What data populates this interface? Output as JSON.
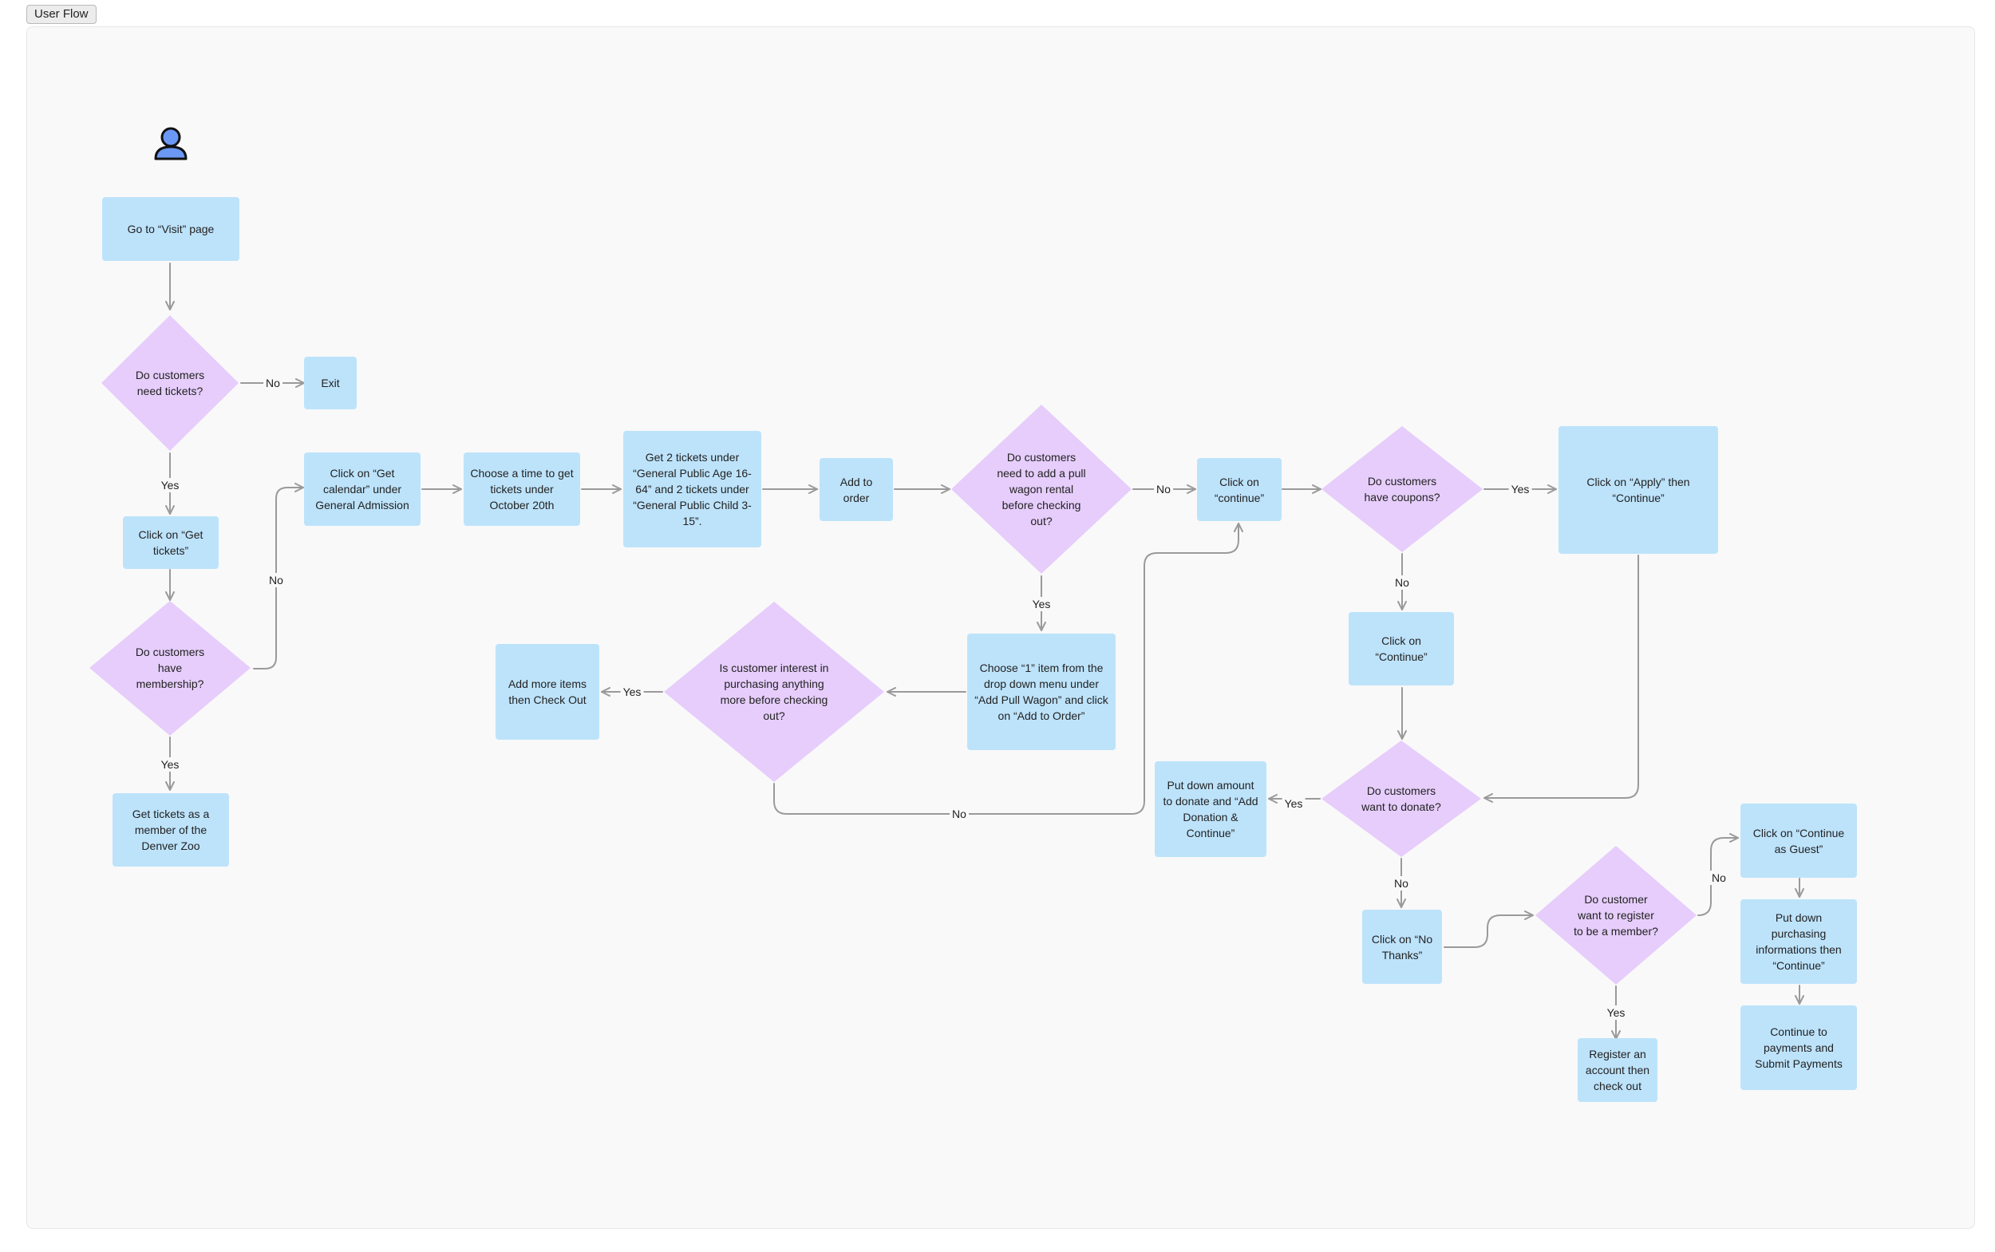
{
  "frame": {
    "title": "User Flow"
  },
  "icons": {
    "start": "user-icon"
  },
  "colors": {
    "process": "#bde3fb",
    "decision": "#e6cdfb",
    "connector": "#9a9a9a"
  },
  "nodes": {
    "go_visit": "Go to “Visit” page",
    "need_tickets": "Do customers need tickets?",
    "exit": "Exit",
    "click_get_tickets": "Click on “Get tickets”",
    "have_membership": "Do customers have membership?",
    "member_tickets": "Get tickets as a member of the Denver Zoo",
    "get_calendar": "Click on “Get calendar” under General Admission",
    "choose_time": "Choose a time to get tickets under October 20th",
    "get_2_tickets": "Get 2 tickets under “General Public Age 16-64” and 2 tickets under “General Public Child 3-15”.",
    "add_to_order": "Add to order",
    "pull_wagon": "Do customers need to add a pull wagon rental before checking out?",
    "choose_wagon": "Choose “1” item from the drop down menu under “Add Pull Wagon” and click on “Add to Order”",
    "interest_more": "Is customer interest in purchasing anything more before checking out?",
    "add_more": "Add more items then Check Out",
    "click_continue_lower": "Click on “continue”",
    "have_coupons": "Do customers have coupons?",
    "apply_continue": "Click on “Apply” then “Continue”",
    "click_continue_upper": "Click on “Continue”",
    "want_donate": "Do customers want to donate?",
    "put_down_amount": "Put down amount to donate and “Add Donation & Continue”",
    "no_thanks": "Click on “No Thanks”",
    "register_member": "Do customer want to register to be a member?",
    "register_account": "Register an account then check out",
    "continue_guest": "Click on “Continue as Guest”",
    "purchasing_info": "Put down purchasing informations then “Continue”",
    "continue_payments": "Continue to payments and Submit Payments"
  },
  "edges": {
    "need_tickets_no": "No",
    "need_tickets_yes": "Yes",
    "membership_no": "No",
    "membership_yes": "Yes",
    "wagon_no": "No",
    "wagon_yes": "Yes",
    "interest_yes": "Yes",
    "interest_no": "No",
    "coupons_yes": "Yes",
    "coupons_no": "No",
    "donate_yes": "Yes",
    "donate_no": "No",
    "register_no": "No",
    "register_yes": "Yes"
  }
}
